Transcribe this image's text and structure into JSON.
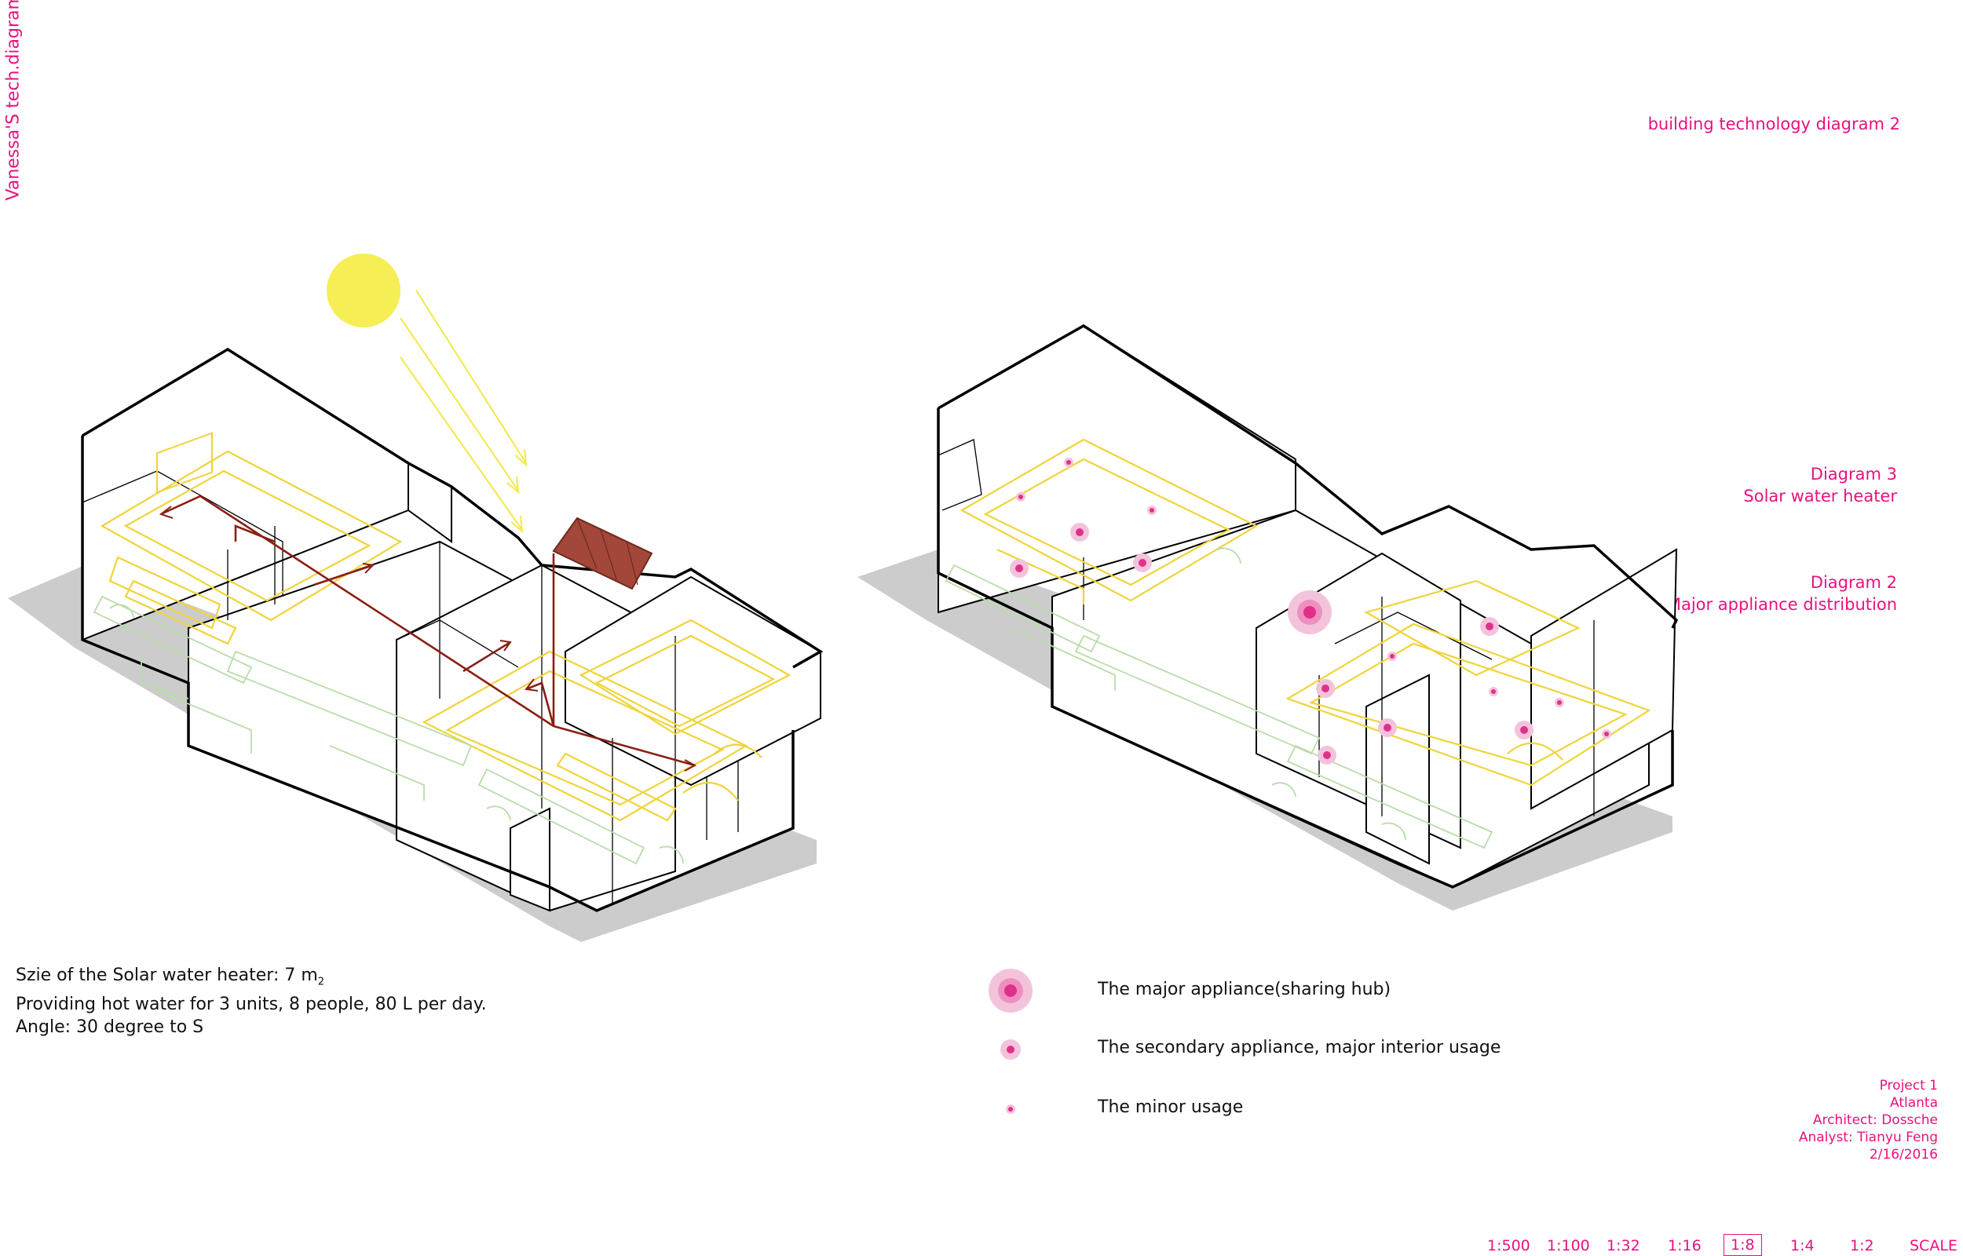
{
  "header": {
    "vertical_title": "Vanessa'S tech.diagram",
    "page_title": "building technology diagram 2"
  },
  "labels": {
    "diagram3_title": "Diagram 3",
    "diagram3_subtitle": "Solar water heater",
    "diagram2_title": "Diagram 2",
    "diagram2_subtitle": "Major appliance distribution"
  },
  "solar_notes": {
    "size_line": "Szie of the Solar water heater: 7 m",
    "size_unit_sub": "2",
    "capacity_line": "Providing hot water for 3 units,  8 people, 80 L per day.",
    "angle_line": "Angle: 30 degree to S"
  },
  "legend": [
    {
      "label": "The major appliance(sharing hub)"
    },
    {
      "label": "The secondary appliance, major interior usage"
    },
    {
      "label": "The minor usage"
    }
  ],
  "project_info": {
    "project": "Project 1",
    "city": "Atlanta",
    "architect": "Architect: Dossche",
    "analyst": "Analyst: Tianyu Feng",
    "date": "2/16/2016"
  },
  "scale_bar": {
    "items": [
      "1:500",
      "1:100",
      "1:32",
      "1:16",
      "1:8",
      "1:4",
      "1:2",
      "SCALE"
    ],
    "active": "1:8"
  },
  "colors": {
    "accent": "#e8117f",
    "sun": "#f5ee55",
    "sun_rays": "#f2e94a",
    "floorplan_yellow": "#f0d43a",
    "floorplan_green": "#b9dcaa",
    "pipe": "#8a1f14",
    "panel": "#a2473a",
    "ground_shadow": "#cccccc",
    "appliance_dot": "#e0318a"
  },
  "icons": [
    "sun-icon",
    "solar-panel-icon",
    "appliance-major-icon",
    "appliance-secondary-icon",
    "appliance-minor-icon"
  ]
}
